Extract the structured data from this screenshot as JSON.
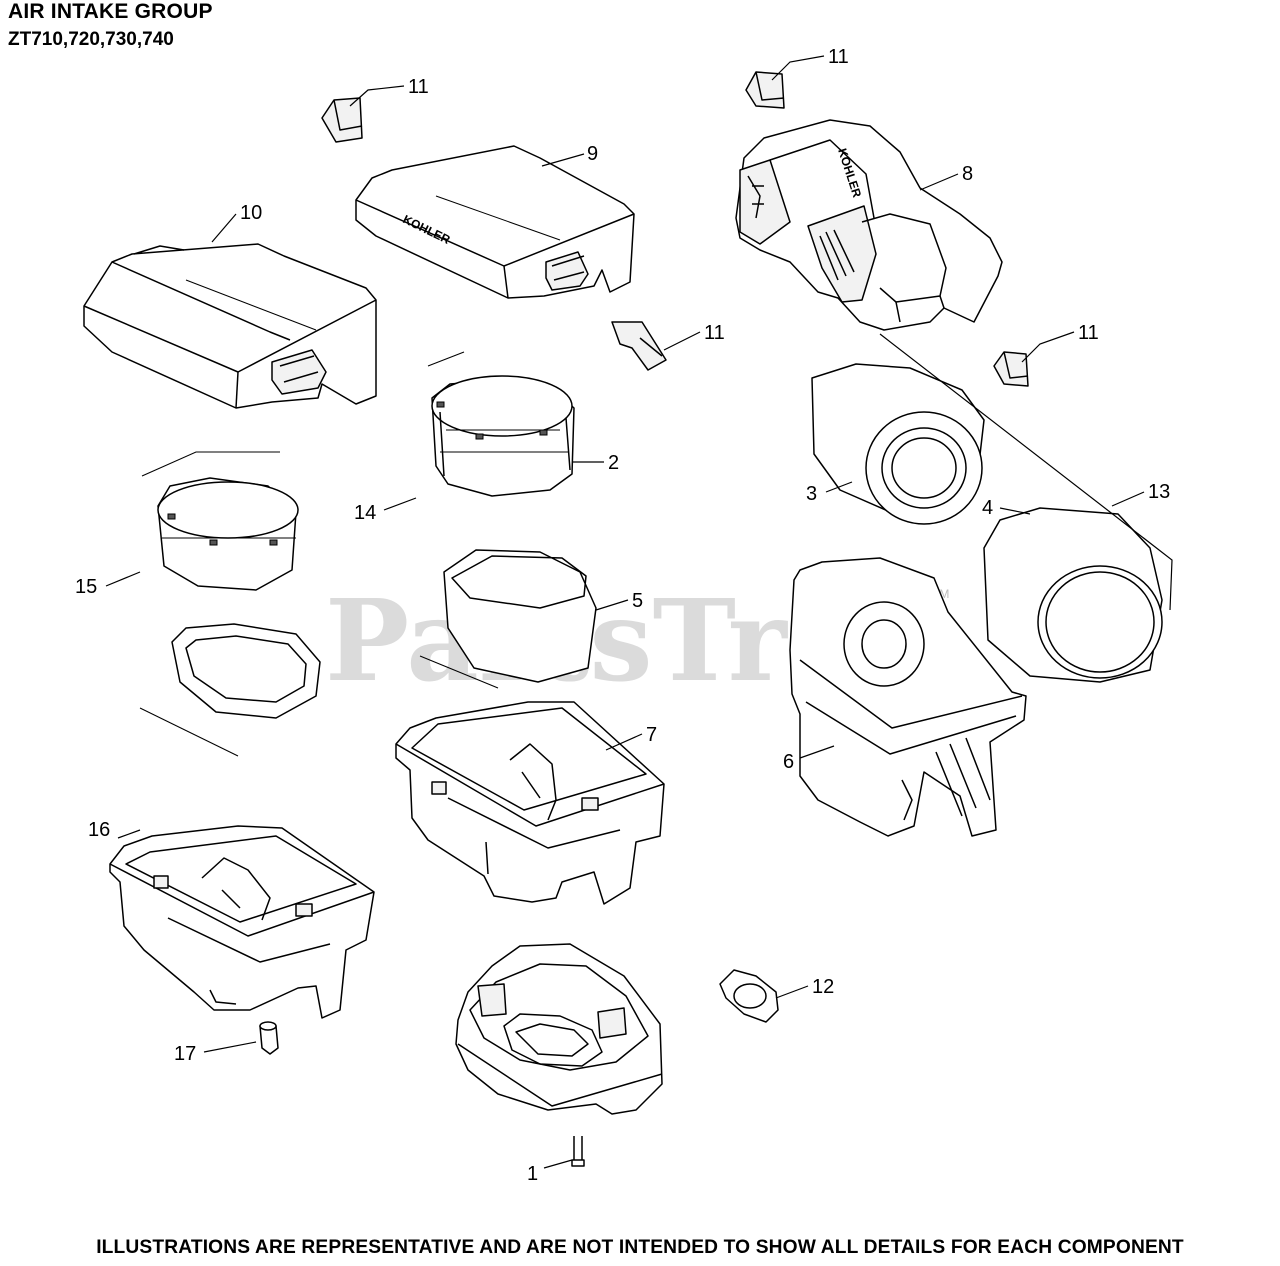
{
  "header": {
    "title": "AIR INTAKE GROUP",
    "subtitle": "ZT710,720,730,740"
  },
  "footer": {
    "disclaimer": "ILLUSTRATIONS ARE REPRESENTATIVE AND ARE NOT INTENDED TO SHOW ALL DETAILS FOR EACH COMPONENT"
  },
  "watermark": {
    "text": "PartsTree",
    "trademark": "TM"
  },
  "callouts": {
    "c1": "1",
    "c2": "2",
    "c3": "3",
    "c4": "4",
    "c5": "5",
    "c6": "6",
    "c7": "7",
    "c8": "8",
    "c9": "9",
    "c10": "10",
    "c11a": "11",
    "c11b": "11",
    "c11c": "11",
    "c11d": "11",
    "c12": "12",
    "c13": "13",
    "c14": "14",
    "c15": "15",
    "c16": "16",
    "c17": "17"
  },
  "logos": {
    "cover_brand": "KOHLER"
  },
  "colors": {
    "line": "#000000",
    "background": "#ffffff",
    "watermark": "#c8c8c8"
  }
}
